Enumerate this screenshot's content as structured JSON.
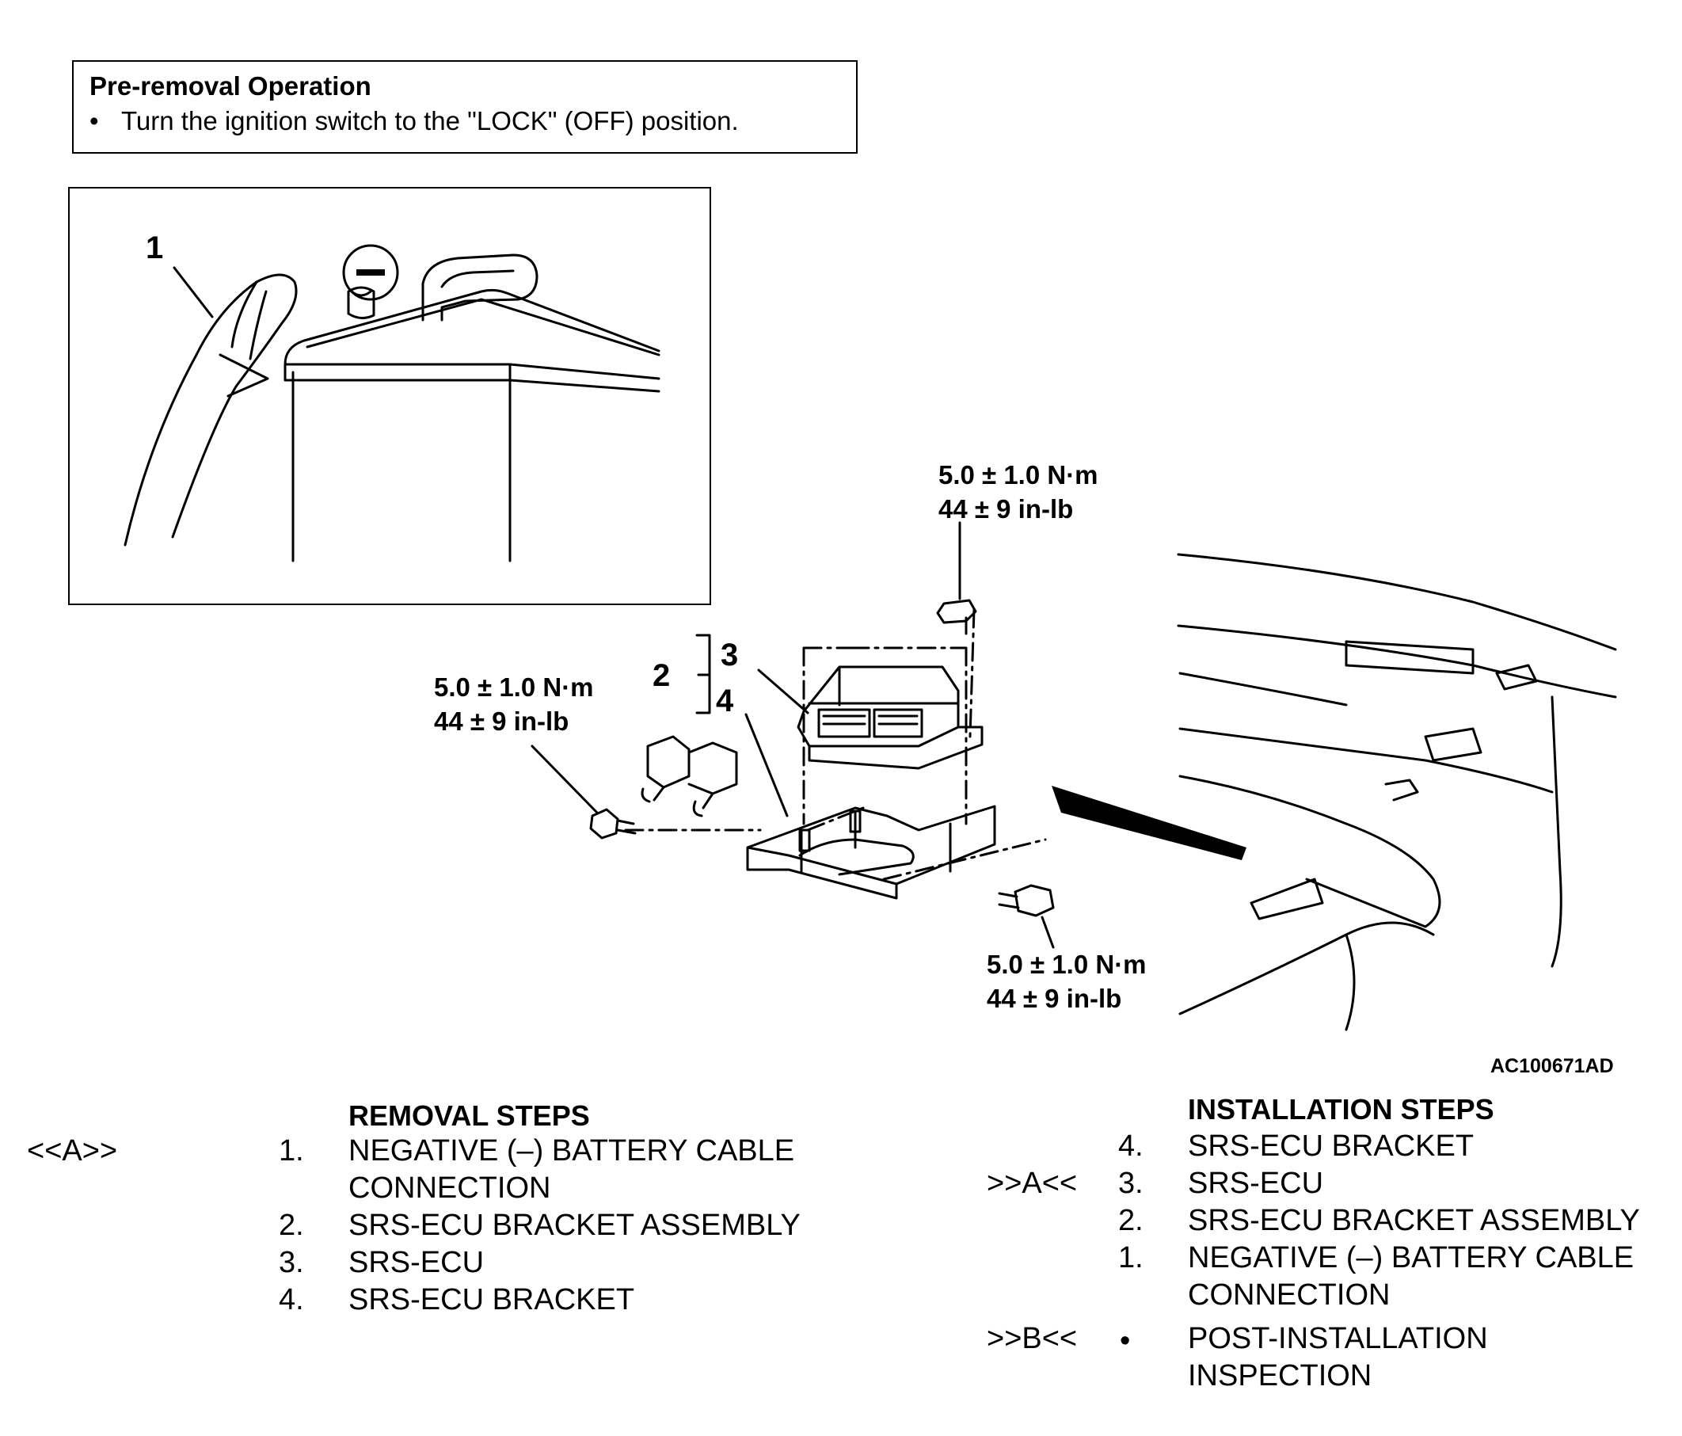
{
  "pre_removal": {
    "title": "Pre-removal Operation",
    "items": [
      "Turn the ignition switch to the \"LOCK\" (OFF) position."
    ]
  },
  "callouts": {
    "battery_cable": "1",
    "bracket_assembly": "2",
    "ecu": "3",
    "bracket": "4"
  },
  "torques": {
    "top": [
      "5.0 ± 1.0 N·m",
      "44 ± 9 in-lb"
    ],
    "left": [
      "5.0 ± 1.0 N·m",
      "44 ± 9 in-lb"
    ],
    "right": [
      "5.0 ± 1.0 N·m",
      "44 ± 9 in-lb"
    ]
  },
  "diagram_code": "AC100671AD",
  "removal": {
    "heading": "REMOVAL STEPS",
    "mark": "<<A>>",
    "steps": [
      {
        "num": "1.",
        "lines": [
          "NEGATIVE (–) BATTERY CABLE",
          "CONNECTION"
        ]
      },
      {
        "num": "2.",
        "lines": [
          "SRS-ECU BRACKET ASSEMBLY"
        ]
      },
      {
        "num": "3.",
        "lines": [
          "SRS-ECU"
        ]
      },
      {
        "num": "4.",
        "lines": [
          "SRS-ECU BRACKET"
        ]
      }
    ]
  },
  "installation": {
    "heading": "INSTALLATION STEPS",
    "steps": [
      {
        "mark": "",
        "num": "4.",
        "lines": [
          "SRS-ECU BRACKET"
        ]
      },
      {
        "mark": ">>A<<",
        "num": "3.",
        "lines": [
          "SRS-ECU"
        ]
      },
      {
        "mark": "",
        "num": "2.",
        "lines": [
          "SRS-ECU BRACKET ASSEMBLY"
        ]
      },
      {
        "mark": "",
        "num": "1.",
        "lines": [
          "NEGATIVE (–) BATTERY CABLE",
          "CONNECTION"
        ]
      },
      {
        "mark": ">>B<<",
        "num": "•",
        "lines": [
          "POST-INSTALLATION",
          "INSPECTION"
        ]
      }
    ]
  }
}
